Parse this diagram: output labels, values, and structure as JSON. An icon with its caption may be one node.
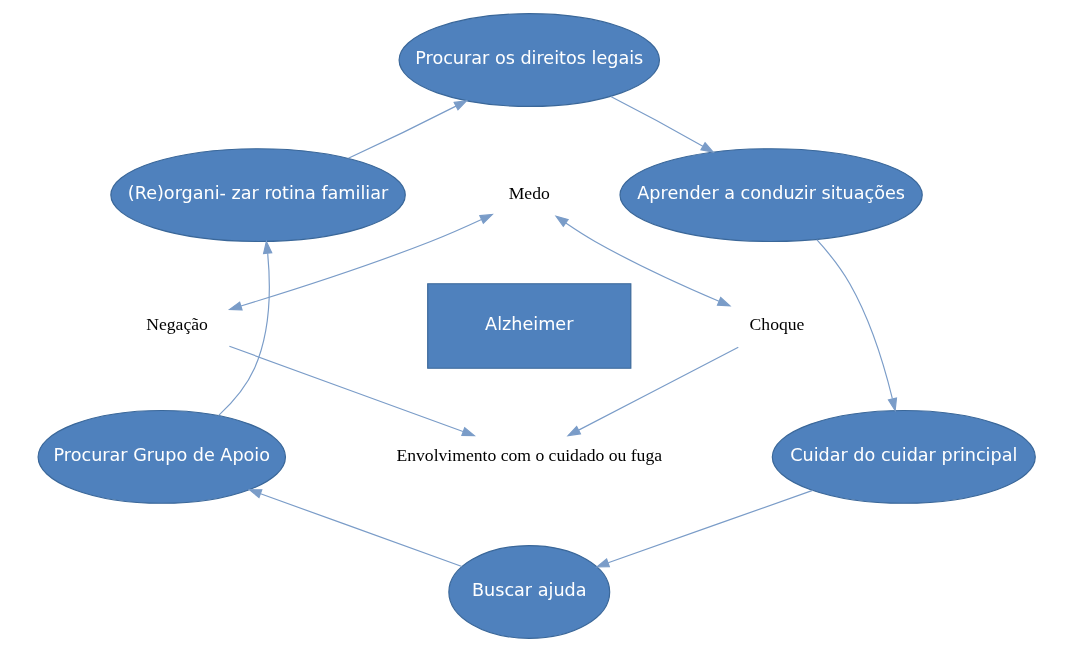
{
  "diagram": {
    "nodes": [
      {
        "text": [
          "Procurar os direitos legais"
        ]
      },
      {
        "text": [
          "(Re)organi- zar rotina familiar"
        ]
      },
      {
        "text": [
          "Medo"
        ]
      },
      {
        "text": [
          "Aprender a conduzir situações"
        ]
      },
      {
        "text": [
          "Negação"
        ]
      },
      {
        "text": [
          "Alzheimer"
        ]
      },
      {
        "text": [
          "Choque"
        ]
      },
      {
        "text": [
          "Procurar Grupo de Apoio"
        ]
      },
      {
        "text": [
          "Envolvimento com o cuidado ou fuga"
        ]
      },
      {
        "text": [
          "Cuidar do cuidar principal"
        ]
      },
      {
        "text": [
          "Buscar ajuda"
        ]
      }
    ],
    "edges": [
      {
        "from": 0,
        "to": 3,
        "arrow": "to"
      },
      {
        "from": 3,
        "to": 9,
        "arrow": "to"
      },
      {
        "from": 9,
        "to": 10,
        "arrow": "to"
      },
      {
        "from": 10,
        "to": 7,
        "arrow": "to"
      },
      {
        "from": 7,
        "to": 1,
        "arrow": "to"
      },
      {
        "from": 1,
        "to": 0,
        "arrow": "to"
      },
      {
        "from": 2,
        "to": 4,
        "arrow": "both"
      },
      {
        "from": 2,
        "to": 6,
        "arrow": "both"
      },
      {
        "from": 4,
        "to": 8,
        "arrow": "to"
      },
      {
        "from": 6,
        "to": 8,
        "arrow": "to"
      }
    ]
  }
}
